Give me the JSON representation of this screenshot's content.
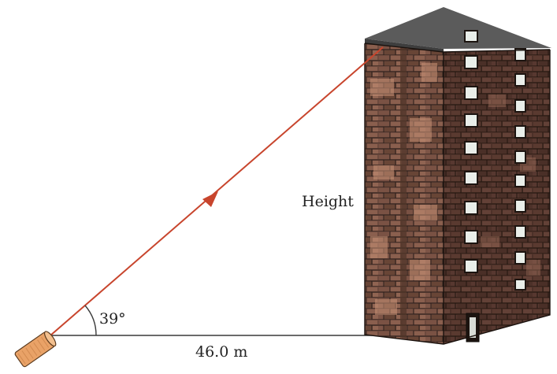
{
  "labels": {
    "angle": "39°",
    "distance": "46.0 m",
    "height": "Height"
  },
  "colors": {
    "laser": "#c8452d",
    "baseline": "#3a3a3a",
    "brick_front": "#6d4a3e",
    "brick_side": "#4d3129",
    "brick_highlight": "#c99177",
    "mortar": "#2a1e1a",
    "window_glass": "#e9eee9",
    "device": "#e9a267"
  },
  "icons": {
    "device": "laser-device-icon",
    "building": "brick-building-icon",
    "arrow": "arrowhead-icon"
  }
}
